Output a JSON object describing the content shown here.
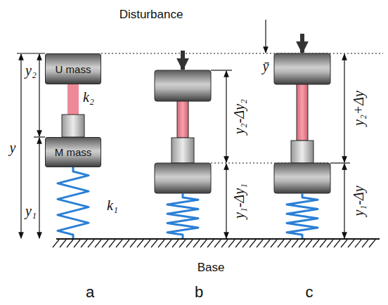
{
  "diagram": {
    "nodes": [
      {
        "text": [
          "U mass"
        ]
      },
      {
        "text": [
          "M mass"
        ]
      }
    ],
    "edges": [
      {
        "from": 0,
        "to": 1,
        "arrow": "none",
        "label": "k₂"
      }
    ],
    "labels": [
      "Disturbance",
      "ȳ",
      "y",
      "y₂",
      "y₁",
      "k₁",
      "y₂-Δy₂",
      "y₁-Δy₁",
      "y₂+Δy",
      "y₁-Δy",
      "Base",
      "a",
      "b",
      "c"
    ]
  }
}
